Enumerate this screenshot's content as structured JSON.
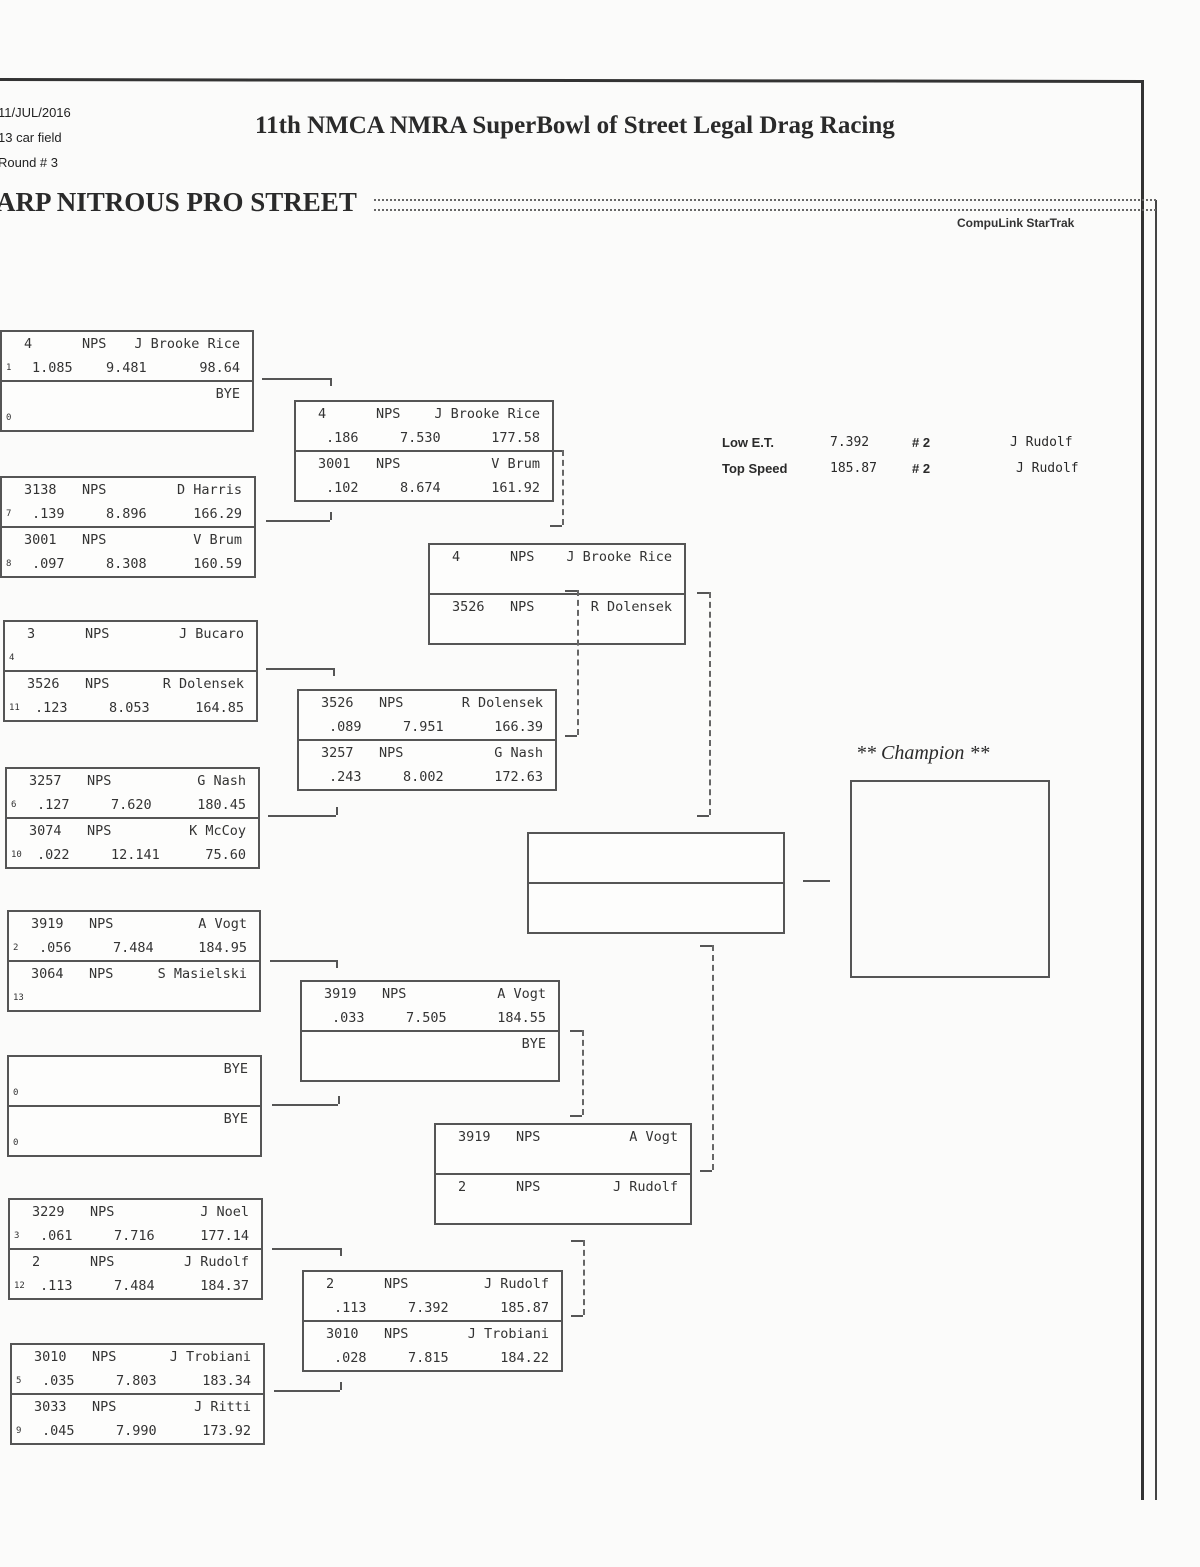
{
  "header": {
    "date": "11/JUL/2016",
    "field": "13 car field",
    "round": "Round # 3",
    "title": "11th NMCA NMRA SuperBowl of Street Legal Drag Racing",
    "class_name": "ARP NITROUS PRO STREET",
    "software": "CompuLink StarTrak"
  },
  "stats": {
    "low_et": {
      "label": "Low E.T.",
      "value": "7.392",
      "car": "# 2",
      "driver": "J Rudolf"
    },
    "top_speed": {
      "label": "Top Speed",
      "value": "185.87",
      "car": "# 2",
      "driver": "J Rudolf"
    }
  },
  "champion_label": "** Champion **",
  "rounds": [
    [
      [
        {
          "car": "4",
          "cls": "NPS",
          "name": "J Brooke Rice",
          "lane": "1",
          "rt": "1.085",
          "et": "9.481",
          "mph": "98.64"
        },
        {
          "name": "BYE",
          "lane": "0"
        }
      ],
      [
        {
          "car": "3138",
          "cls": "NPS",
          "name": "D Harris",
          "lane": "7",
          "rt": ".139",
          "et": "8.896",
          "mph": "166.29"
        },
        {
          "car": "3001",
          "cls": "NPS",
          "name": "V Brum",
          "lane": "8",
          "rt": ".097",
          "et": "8.308",
          "mph": "160.59"
        }
      ],
      [
        {
          "car": "3",
          "cls": "NPS",
          "name": "J Bucaro",
          "lane": "4"
        },
        {
          "car": "3526",
          "cls": "NPS",
          "name": "R Dolensek",
          "lane": "11",
          "rt": ".123",
          "et": "8.053",
          "mph": "164.85"
        }
      ],
      [
        {
          "car": "3257",
          "cls": "NPS",
          "name": "G Nash",
          "lane": "6",
          "rt": ".127",
          "et": "7.620",
          "mph": "180.45"
        },
        {
          "car": "3074",
          "cls": "NPS",
          "name": "K McCoy",
          "lane": "10",
          "rt": ".022",
          "et": "12.141",
          "mph": "75.60"
        }
      ],
      [
        {
          "car": "3919",
          "cls": "NPS",
          "name": "A Vogt",
          "lane": "2",
          "rt": ".056",
          "et": "7.484",
          "mph": "184.95"
        },
        {
          "car": "3064",
          "cls": "NPS",
          "name": "S Masielski",
          "lane": "13"
        }
      ],
      [
        {
          "name": "BYE",
          "lane": "0"
        },
        {
          "name": "BYE",
          "lane": "0"
        }
      ],
      [
        {
          "car": "3229",
          "cls": "NPS",
          "name": "J Noel",
          "lane": "3",
          "rt": ".061",
          "et": "7.716",
          "mph": "177.14"
        },
        {
          "car": "2",
          "cls": "NPS",
          "name": "J Rudolf",
          "lane": "12",
          "rt": ".113",
          "et": "7.484",
          "mph": "184.37"
        }
      ],
      [
        {
          "car": "3010",
          "cls": "NPS",
          "name": "J Trobiani",
          "lane": "5",
          "rt": ".035",
          "et": "7.803",
          "mph": "183.34"
        },
        {
          "car": "3033",
          "cls": "NPS",
          "name": "J Ritti",
          "lane": "9",
          "rt": ".045",
          "et": "7.990",
          "mph": "173.92"
        }
      ]
    ],
    [
      [
        {
          "car": "4",
          "cls": "NPS",
          "name": "J Brooke Rice",
          "rt": ".186",
          "et": "7.530",
          "mph": "177.58"
        },
        {
          "car": "3001",
          "cls": "NPS",
          "name": "V Brum",
          "rt": ".102",
          "et": "8.674",
          "mph": "161.92"
        }
      ],
      [
        {
          "car": "3526",
          "cls": "NPS",
          "name": "R Dolensek",
          "rt": ".089",
          "et": "7.951",
          "mph": "166.39"
        },
        {
          "car": "3257",
          "cls": "NPS",
          "name": "G Nash",
          "rt": ".243",
          "et": "8.002",
          "mph": "172.63"
        }
      ],
      [
        {
          "car": "3919",
          "cls": "NPS",
          "name": "A Vogt",
          "rt": ".033",
          "et": "7.505",
          "mph": "184.55"
        },
        {
          "name": "BYE"
        }
      ],
      [
        {
          "car": "2",
          "cls": "NPS",
          "name": "J Rudolf",
          "rt": ".113",
          "et": "7.392",
          "mph": "185.87"
        },
        {
          "car": "3010",
          "cls": "NPS",
          "name": "J Trobiani",
          "rt": ".028",
          "et": "7.815",
          "mph": "184.22"
        }
      ]
    ],
    [
      [
        {
          "car": "4",
          "cls": "NPS",
          "name": "J Brooke Rice"
        },
        {
          "car": "3526",
          "cls": "NPS",
          "name": "R Dolensek"
        }
      ],
      [
        {
          "car": "3919",
          "cls": "NPS",
          "name": "A Vogt"
        },
        {
          "car": "2",
          "cls": "NPS",
          "name": "J Rudolf"
        }
      ]
    ],
    [
      [
        {},
        {}
      ]
    ]
  ]
}
